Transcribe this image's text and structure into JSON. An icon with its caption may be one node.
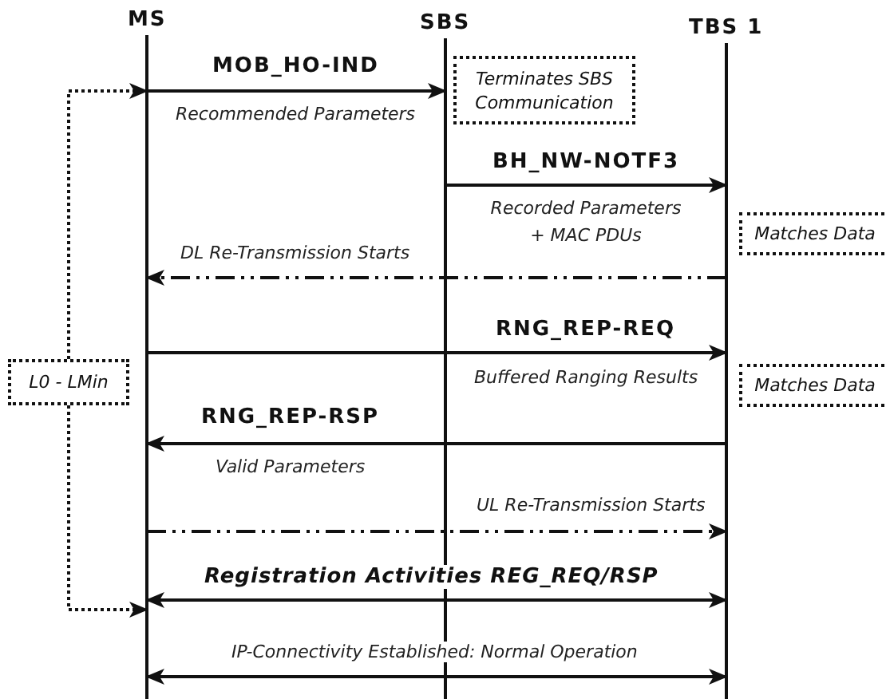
{
  "diagram": {
    "nodes": [
      {
        "text": [
          "MS"
        ]
      },
      {
        "text": [
          "SBS"
        ]
      },
      {
        "text": [
          "TBS 1"
        ]
      },
      {
        "text": [
          "Terminates SBS Communication"
        ]
      },
      {
        "text": [
          "Matches Data"
        ]
      },
      {
        "text": [
          "Matches Data"
        ]
      },
      {
        "text": [
          "L0 - LMin"
        ]
      }
    ],
    "edges": [
      {
        "from": 0,
        "to": 1,
        "arrow": "to",
        "label": "MOB_HO-IND"
      },
      {
        "from": 1,
        "to": 2,
        "arrow": "to",
        "label": "BH_NW-NOTF3"
      },
      {
        "from": 2,
        "to": 0,
        "arrow": "to",
        "label": "DL Re-Transmission Starts",
        "style": "dashed"
      },
      {
        "from": 0,
        "to": 2,
        "arrow": "to",
        "label": "RNG_REP-REQ"
      },
      {
        "from": 2,
        "to": 0,
        "arrow": "to",
        "label": "RNG_REP-RSP"
      },
      {
        "from": 0,
        "to": 2,
        "arrow": "to",
        "label": "UL Re-Transmission Starts",
        "style": "dashed"
      },
      {
        "from": 0,
        "to": 2,
        "arrow": "both",
        "label": "Registration Activities REG_REQ/RSP"
      },
      {
        "from": 0,
        "to": 2,
        "arrow": "both",
        "label": "IP-Connectivity Established: Normal Operation"
      },
      {
        "from": 6,
        "to": 0,
        "arrow": "to",
        "style": "dashed"
      },
      {
        "from": 6,
        "to": 0,
        "arrow": "to",
        "style": "dashed"
      }
    ],
    "labels": [
      "Recommended Parameters",
      "Recorded Parameters + MAC PDUs",
      "Buffered Ranging Results",
      "Valid Parameters"
    ]
  }
}
